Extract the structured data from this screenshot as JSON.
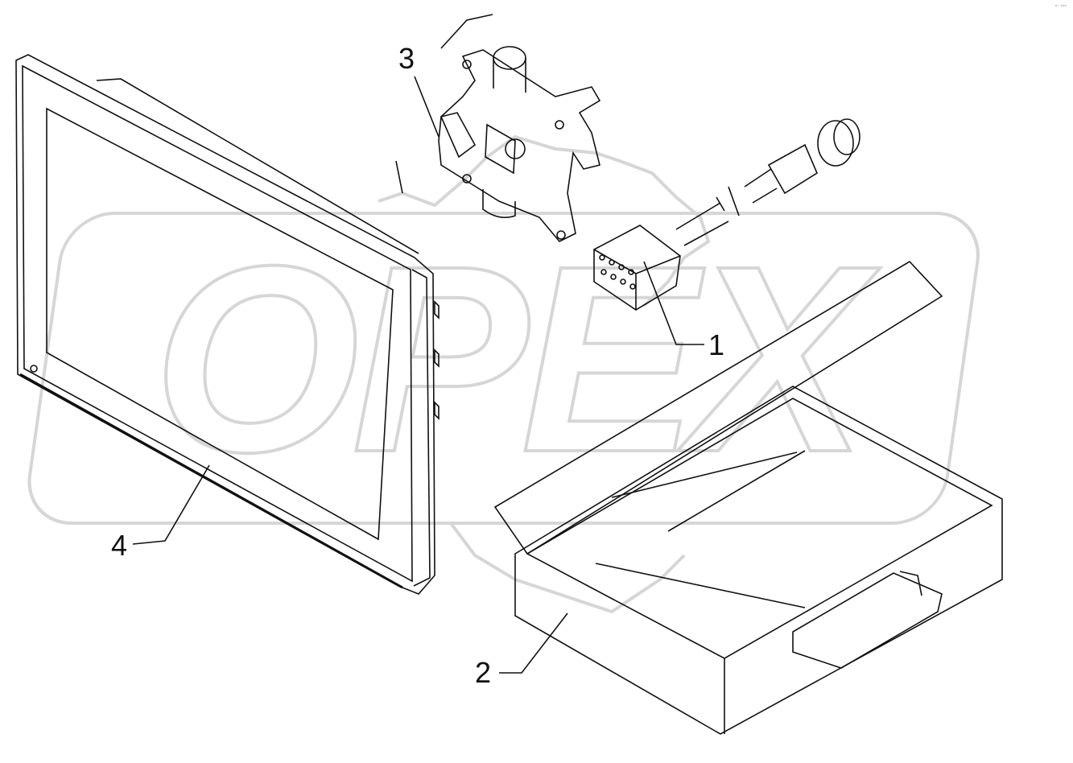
{
  "watermark": {
    "text": "OPEX"
  },
  "corner_mark": "▪▫ ▪▪▪",
  "callouts": [
    {
      "id": "1",
      "label": "1",
      "part": "connector-cable"
    },
    {
      "id": "2",
      "label": "2",
      "part": "carry-case"
    },
    {
      "id": "3",
      "label": "3",
      "part": "mounting-bracket"
    },
    {
      "id": "4",
      "label": "4",
      "part": "display-terminal"
    }
  ],
  "colors": {
    "line": "#111111",
    "watermark": "#d6d6d6",
    "background": "#ffffff"
  }
}
